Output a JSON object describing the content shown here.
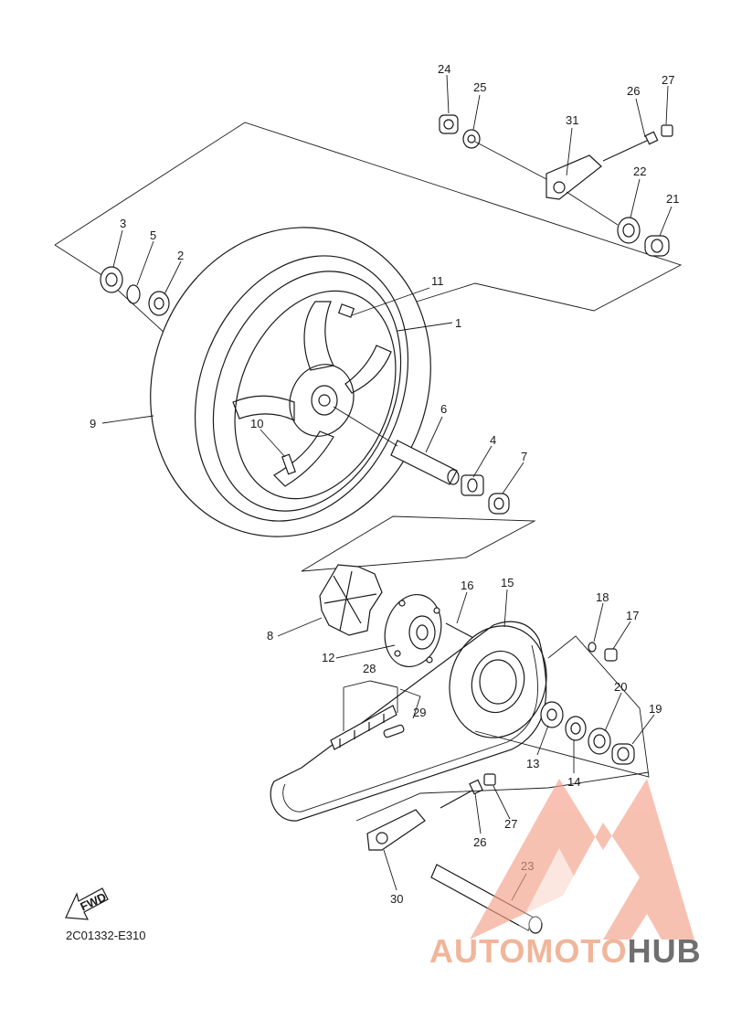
{
  "diagram": {
    "drawing_code": "2C01332-E310",
    "fwd_label": "FWD",
    "watermark": {
      "part1": "AUTOMOTO",
      "part2": "HUB"
    },
    "callouts": [
      "24",
      "25",
      "26",
      "27",
      "31",
      "22",
      "21",
      "3",
      "5",
      "2",
      "11",
      "1",
      "9",
      "10",
      "6",
      "4",
      "7",
      "8",
      "12",
      "16",
      "15",
      "18",
      "17",
      "28",
      "29",
      "20",
      "19",
      "13",
      "14",
      "27",
      "26",
      "23",
      "30"
    ],
    "colors": {
      "line": "#1a1a1a",
      "watermark_accent": "#f4a08a",
      "watermark_text": "#6f6f6f"
    }
  }
}
